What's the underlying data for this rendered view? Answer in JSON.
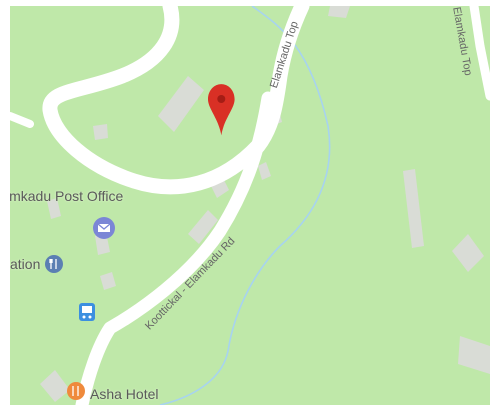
{
  "map": {
    "labels": {
      "post_office": "lmkadu Post Office",
      "station": "ation",
      "hotel": "Asha Hotel"
    },
    "road_labels": {
      "koottickal_road": "Koottickal - Elamkadu Rd",
      "elamkadu_top": "Elamkadu Top",
      "right_road": "Elamkadu Top"
    },
    "colors": {
      "land": "#bfe8a9",
      "road": "#ffffff",
      "building": "#d9dcd6",
      "river": "#a7d3f0",
      "pin": "#d93025",
      "post_icon": "#7b86d6",
      "station_icon": "#5b7fb3",
      "bus_icon": "#3c8fe0",
      "hotel_icon": "#ef8a3c"
    },
    "icons": {
      "pin": "location-pin-icon",
      "post_office": "mail-icon",
      "station": "fork-knife-icon",
      "bus": "bus-stop-icon",
      "hotel": "restaurant-icon"
    }
  }
}
